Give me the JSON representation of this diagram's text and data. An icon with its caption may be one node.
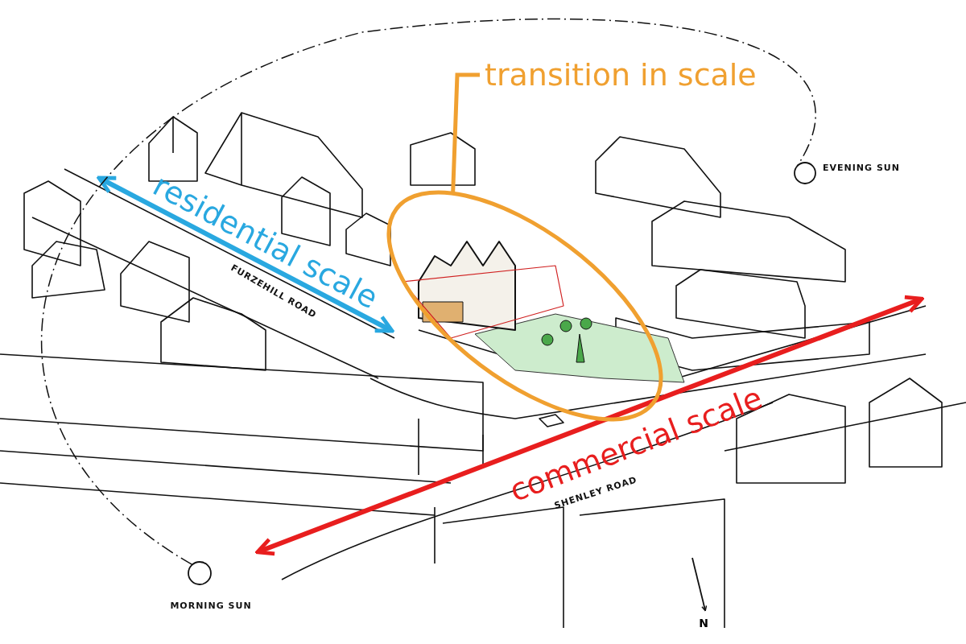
{
  "diagram": {
    "nodes": [
      {
        "text": [
          "transition in scale"
        ]
      },
      {
        "text": [],
        "shape": "ellipse"
      },
      {
        "text": [],
        "shape": "circle",
        "beside": [
          "EVENING SUN"
        ]
      },
      {
        "text": [],
        "shape": "circle",
        "beside": [
          "MORNING SUN"
        ]
      }
    ],
    "edges": [
      {
        "from": 0,
        "to": 1,
        "arrow": "none",
        "style": "thick",
        "color": "#f0a030"
      },
      {
        "from": 3,
        "to": 2,
        "arrow": "none",
        "style": "dashed",
        "color": "#111111"
      }
    ],
    "labels": [
      "residential scale",
      "FURZEHILL ROAD",
      "commercial scale",
      "SHENLEY ROAD",
      "N"
    ]
  }
}
